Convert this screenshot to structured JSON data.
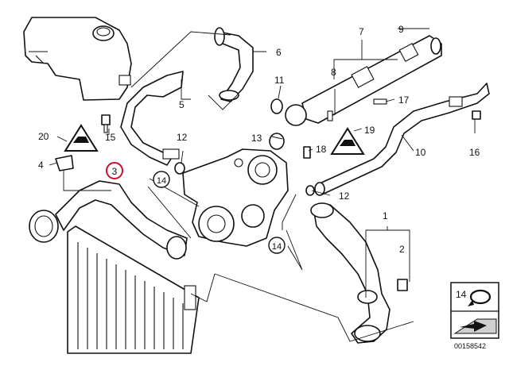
{
  "callouts": {
    "c1": "1",
    "c2": "2",
    "c3": "3",
    "c4": "4",
    "c5": "5",
    "c6": "6",
    "c7": "7",
    "c8": "8",
    "c9": "9",
    "c10": "10",
    "c11": "11",
    "c12a": "12",
    "c12b": "12",
    "c13": "13",
    "c14a": "14",
    "c14b": "14",
    "c15": "15",
    "c16": "16",
    "c17": "17",
    "c18": "18",
    "c19": "19",
    "c20": "20"
  },
  "inset": {
    "label": "14"
  },
  "diagram_number": "00158542",
  "colors": {
    "highlight_ring": "#c8102e",
    "line": "#111111"
  },
  "icons": {
    "warning": "triangle-clip-warning-icon",
    "arrow": "removal-arrow-icon"
  }
}
